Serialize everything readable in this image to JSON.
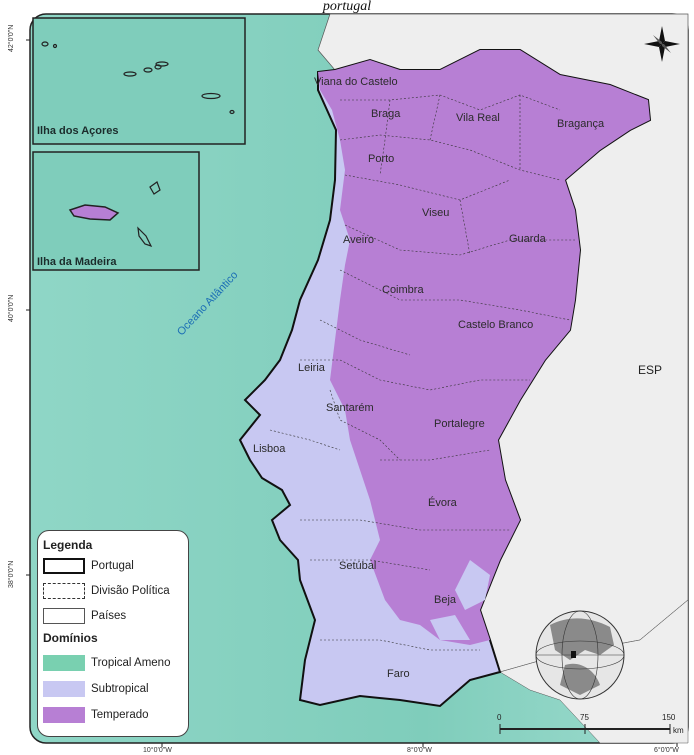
{
  "header": {
    "title_fragment": "portugal"
  },
  "colors": {
    "ocean": "#7fcdbb",
    "land_outside": "#f2f2f2",
    "tropical_ameno": "#79d0b0",
    "subtropical": "#c8c8f2",
    "temperado": "#b77fd4",
    "border": "#222222"
  },
  "regions": [
    "Viana do Castelo",
    "Braga",
    "Vila Real",
    "Bragança",
    "Porto",
    "Viseu",
    "Aveiro",
    "Guarda",
    "Coimbra",
    "Castelo Branco",
    "Leiria",
    "Santarém",
    "Portalegre",
    "Lisboa",
    "Évora",
    "Setúbal",
    "Beja",
    "Faro"
  ],
  "labels": {
    "ocean": "Oceano Atlântico",
    "country": "ESP"
  },
  "insets": {
    "azores": "Ilha dos Açores",
    "madeira": "Ilha da Madeira"
  },
  "coords": {
    "lat": [
      "42°0'0\"N",
      "40°0'0\"N",
      "38°0'0\"N"
    ],
    "lon": [
      "10°0'0\"W",
      "8°0'0\"W",
      "6°0'0\"W"
    ]
  },
  "legend": {
    "title": "Legenda",
    "items": [
      {
        "label": "Portugal"
      },
      {
        "label": "Divisão Política"
      },
      {
        "label": "Países"
      }
    ],
    "domains_title": "Domínios",
    "domains": [
      {
        "label": "Tropical Ameno",
        "color": "#79d0b0"
      },
      {
        "label": "Subtropical",
        "color": "#c8c8f2"
      },
      {
        "label": "Temperado",
        "color": "#b77fd4"
      }
    ]
  },
  "scale": {
    "ticks": [
      "0",
      "75",
      "150"
    ],
    "unit": "km"
  },
  "north_arrow_icon": "compass-rose-icon",
  "globe_icon": "globe-locator-icon"
}
